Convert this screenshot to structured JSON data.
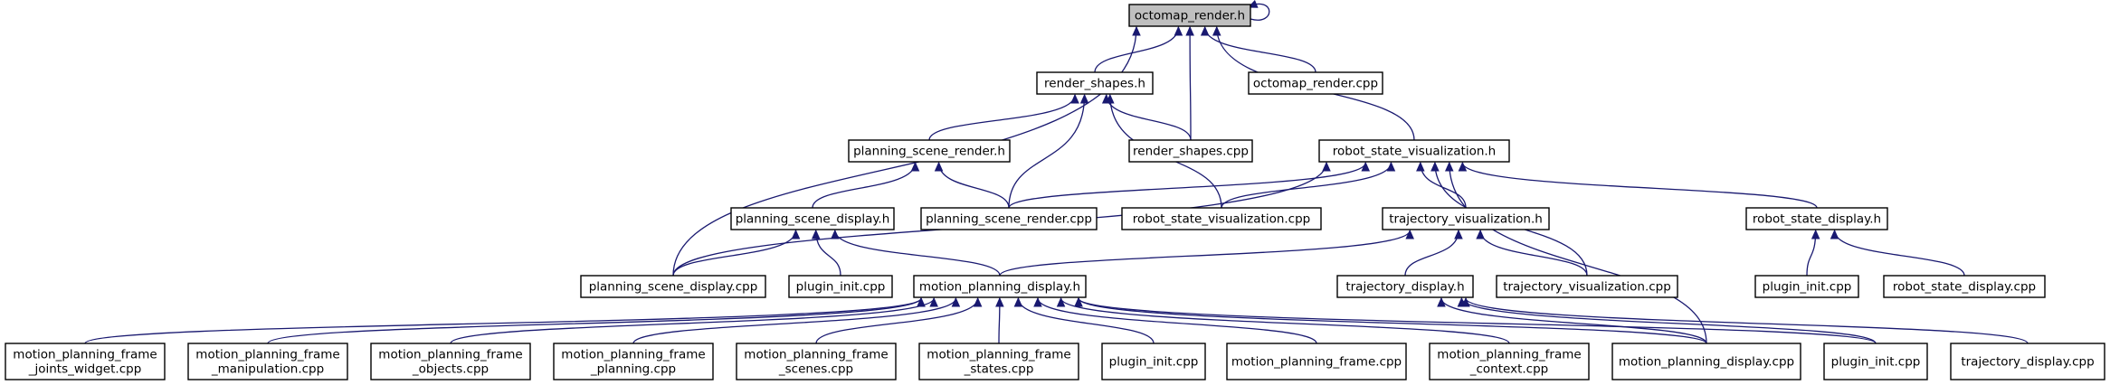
{
  "colors": {
    "edge": "#191970",
    "root_fill": "#bfbfbf",
    "node_fill": "#ffffff",
    "node_stroke": "#000000"
  },
  "nodes": [
    {
      "id": "octomap_render_h",
      "lines": [
        "octomap_render.h"
      ],
      "root": true
    },
    {
      "id": "render_shapes_h",
      "lines": [
        "render_shapes.h"
      ]
    },
    {
      "id": "octomap_render_cpp",
      "lines": [
        "octomap_render.cpp"
      ]
    },
    {
      "id": "planning_scene_render_h",
      "lines": [
        "planning_scene_render.h"
      ]
    },
    {
      "id": "render_shapes_cpp",
      "lines": [
        "render_shapes.cpp"
      ]
    },
    {
      "id": "robot_state_visualization_h",
      "lines": [
        "robot_state_visualization.h"
      ]
    },
    {
      "id": "planning_scene_display_h",
      "lines": [
        "planning_scene_display.h"
      ]
    },
    {
      "id": "planning_scene_render_cpp",
      "lines": [
        "planning_scene_render.cpp"
      ]
    },
    {
      "id": "robot_state_visualization_cpp",
      "lines": [
        "robot_state_visualization.cpp"
      ]
    },
    {
      "id": "trajectory_visualization_h",
      "lines": [
        "trajectory_visualization.h"
      ]
    },
    {
      "id": "robot_state_display_h",
      "lines": [
        "robot_state_display.h"
      ]
    },
    {
      "id": "planning_scene_display_cpp",
      "lines": [
        "planning_scene_display.cpp"
      ]
    },
    {
      "id": "plugin_init_cpp_1",
      "lines": [
        "plugin_init.cpp"
      ]
    },
    {
      "id": "motion_planning_display_h",
      "lines": [
        "motion_planning_display.h"
      ]
    },
    {
      "id": "trajectory_display_h",
      "lines": [
        "trajectory_display.h"
      ]
    },
    {
      "id": "trajectory_visualization_cpp",
      "lines": [
        "trajectory_visualization.cpp"
      ]
    },
    {
      "id": "plugin_init_cpp_2",
      "lines": [
        "plugin_init.cpp"
      ]
    },
    {
      "id": "robot_state_display_cpp",
      "lines": [
        "robot_state_display.cpp"
      ]
    },
    {
      "id": "mpf_joints_widget_cpp",
      "lines": [
        "motion_planning_frame",
        "_joints_widget.cpp"
      ]
    },
    {
      "id": "mpf_manipulation_cpp",
      "lines": [
        "motion_planning_frame",
        "_manipulation.cpp"
      ]
    },
    {
      "id": "mpf_objects_cpp",
      "lines": [
        "motion_planning_frame",
        "_objects.cpp"
      ]
    },
    {
      "id": "mpf_planning_cpp",
      "lines": [
        "motion_planning_frame",
        "_planning.cpp"
      ]
    },
    {
      "id": "mpf_scenes_cpp",
      "lines": [
        "motion_planning_frame",
        "_scenes.cpp"
      ]
    },
    {
      "id": "mpf_states_cpp",
      "lines": [
        "motion_planning_frame",
        "_states.cpp"
      ]
    },
    {
      "id": "plugin_init_cpp_3",
      "lines": [
        "plugin_init.cpp"
      ]
    },
    {
      "id": "mpf_cpp",
      "lines": [
        "motion_planning_frame.cpp"
      ]
    },
    {
      "id": "mpf_context_cpp",
      "lines": [
        "motion_planning_frame",
        "_context.cpp"
      ]
    },
    {
      "id": "motion_planning_display_cpp",
      "lines": [
        "motion_planning_display.cpp"
      ]
    },
    {
      "id": "plugin_init_cpp_4",
      "lines": [
        "plugin_init.cpp"
      ]
    },
    {
      "id": "trajectory_display_cpp",
      "lines": [
        "trajectory_display.cpp"
      ]
    }
  ],
  "edges": [
    [
      "octomap_render_h",
      "octomap_render_h"
    ],
    [
      "render_shapes_h",
      "octomap_render_h"
    ],
    [
      "octomap_render_cpp",
      "octomap_render_h"
    ],
    [
      "render_shapes_cpp",
      "octomap_render_h"
    ],
    [
      "robot_state_visualization_h",
      "octomap_render_h"
    ],
    [
      "planning_scene_display_cpp",
      "octomap_render_h"
    ],
    [
      "planning_scene_render_h",
      "render_shapes_h"
    ],
    [
      "render_shapes_cpp",
      "render_shapes_h"
    ],
    [
      "planning_scene_render_cpp",
      "render_shapes_h"
    ],
    [
      "robot_state_visualization_cpp",
      "render_shapes_h"
    ],
    [
      "planning_scene_display_h",
      "planning_scene_render_h"
    ],
    [
      "planning_scene_render_cpp",
      "planning_scene_render_h"
    ],
    [
      "planning_scene_render_cpp",
      "robot_state_visualization_h"
    ],
    [
      "robot_state_visualization_cpp",
      "robot_state_visualization_h"
    ],
    [
      "trajectory_visualization_h",
      "robot_state_visualization_h"
    ],
    [
      "robot_state_display_h",
      "robot_state_visualization_h"
    ],
    [
      "planning_scene_display_cpp",
      "robot_state_visualization_h"
    ],
    [
      "trajectory_visualization_cpp",
      "robot_state_visualization_h"
    ],
    [
      "motion_planning_display_cpp",
      "robot_state_visualization_h"
    ],
    [
      "planning_scene_display_cpp",
      "planning_scene_display_h"
    ],
    [
      "plugin_init_cpp_1",
      "planning_scene_display_h"
    ],
    [
      "motion_planning_display_h",
      "planning_scene_display_h"
    ],
    [
      "motion_planning_display_h",
      "trajectory_visualization_h"
    ],
    [
      "trajectory_display_h",
      "trajectory_visualization_h"
    ],
    [
      "trajectory_visualization_cpp",
      "trajectory_visualization_h"
    ],
    [
      "plugin_init_cpp_2",
      "robot_state_display_h"
    ],
    [
      "robot_state_display_cpp",
      "robot_state_display_h"
    ],
    [
      "mpf_joints_widget_cpp",
      "motion_planning_display_h"
    ],
    [
      "mpf_manipulation_cpp",
      "motion_planning_display_h"
    ],
    [
      "mpf_objects_cpp",
      "motion_planning_display_h"
    ],
    [
      "mpf_planning_cpp",
      "motion_planning_display_h"
    ],
    [
      "mpf_scenes_cpp",
      "motion_planning_display_h"
    ],
    [
      "mpf_states_cpp",
      "motion_planning_display_h"
    ],
    [
      "plugin_init_cpp_3",
      "motion_planning_display_h"
    ],
    [
      "mpf_cpp",
      "motion_planning_display_h"
    ],
    [
      "mpf_context_cpp",
      "motion_planning_display_h"
    ],
    [
      "motion_planning_display_cpp",
      "motion_planning_display_h"
    ],
    [
      "plugin_init_cpp_4",
      "motion_planning_display_h"
    ],
    [
      "plugin_init_cpp_4",
      "trajectory_display_h"
    ],
    [
      "trajectory_display_cpp",
      "trajectory_display_h"
    ],
    [
      "motion_planning_display_cpp",
      "trajectory_display_h"
    ]
  ]
}
